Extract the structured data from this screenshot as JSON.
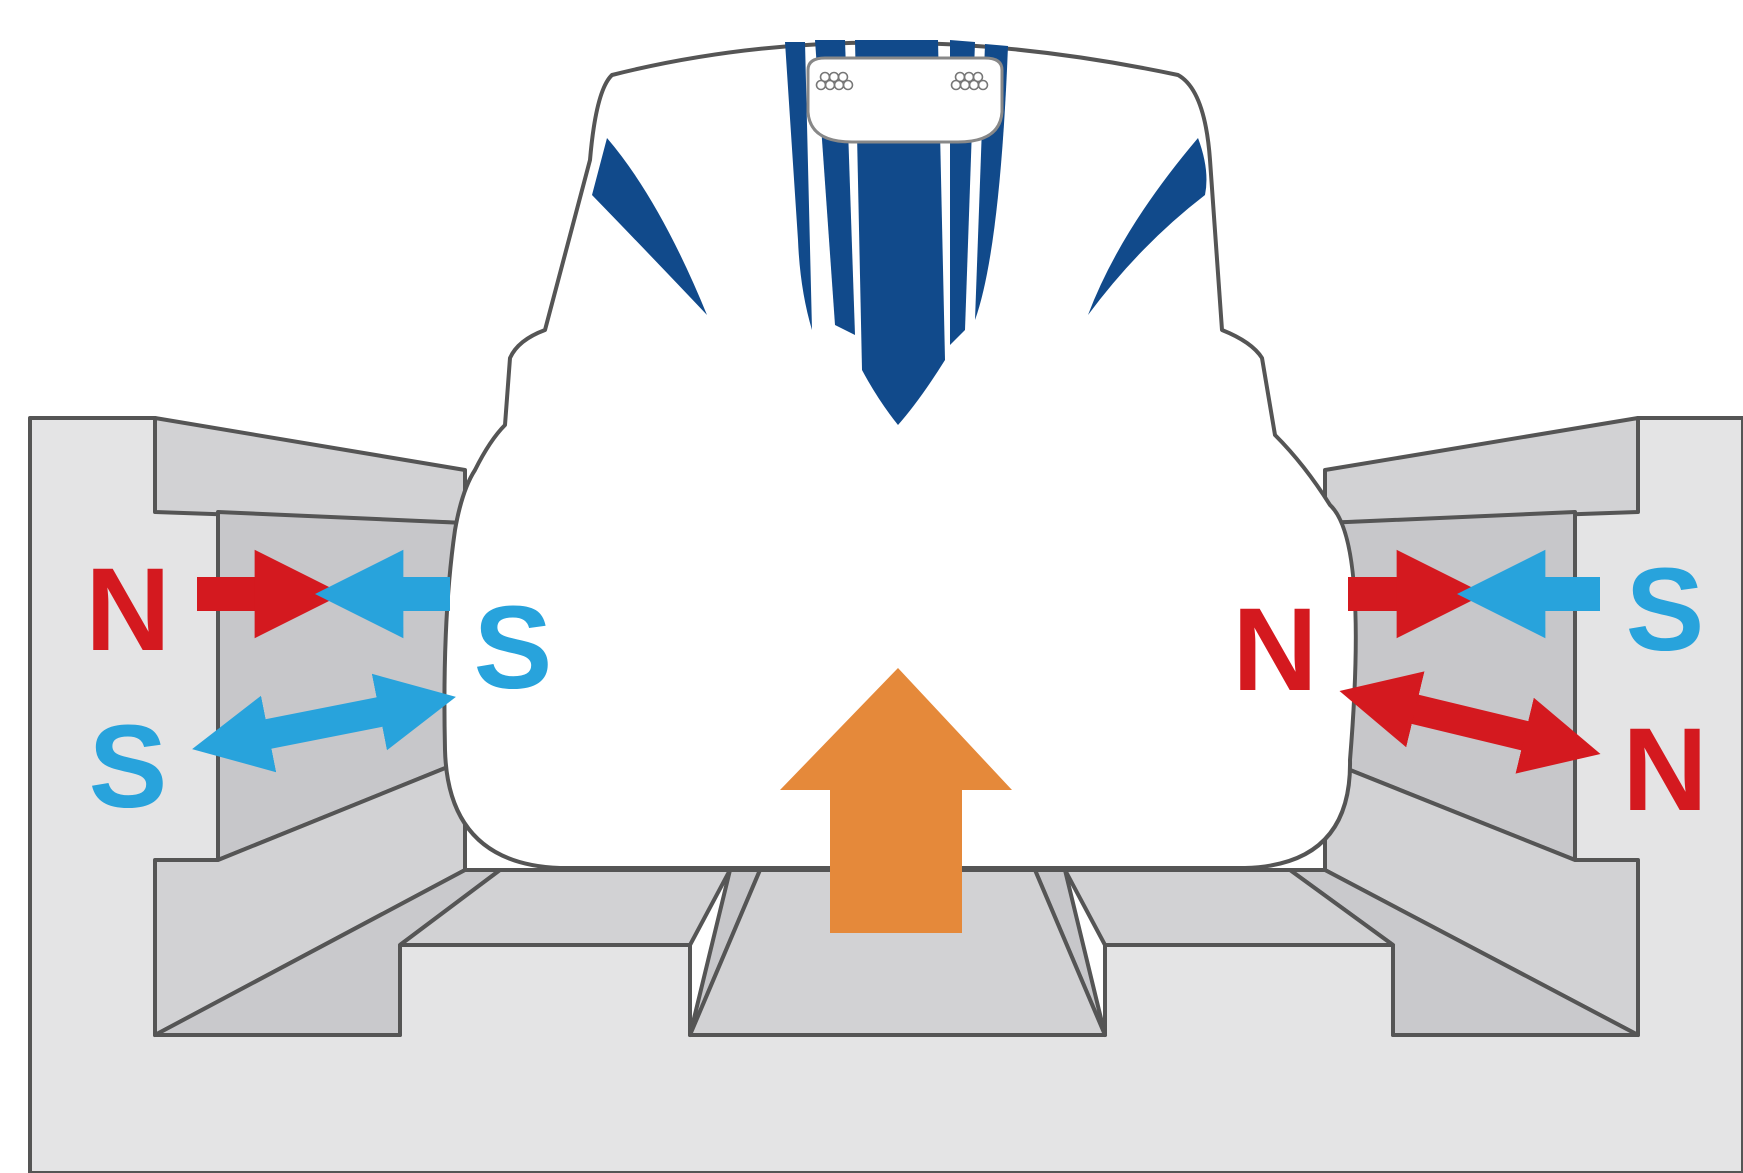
{
  "colors": {
    "background": "#ffffff",
    "track_light": "#e4e4e5",
    "track_mid": "#d2d2d4",
    "track_dark": "#c7c7ca",
    "outline": "#555555",
    "train_body": "#ffffff",
    "train_stripe": "#114a8b",
    "north_pole": "#d4191f",
    "south_pole": "#28a3dc",
    "lift_arrow": "#e5893a"
  },
  "icons": {
    "attract_arrow": "opposing-arrows-attraction-icon",
    "repel_arrow": "double-headed-arrow-repulsion-icon",
    "lift_arrow": "up-arrow-lift-icon",
    "headlights": "headlight-icon"
  },
  "poles": {
    "left_top_guideway": "N",
    "left_top_train": "S",
    "left_bottom_guideway": "S",
    "right_top_train": "N",
    "right_top_guideway": "S",
    "right_bottom_guideway": "N"
  }
}
